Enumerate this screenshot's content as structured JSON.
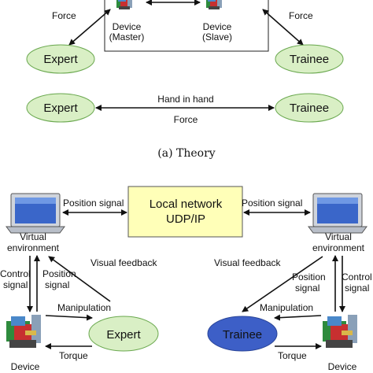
{
  "theory": {
    "force_top_left": "Force",
    "force_top_right": "Force",
    "device_master_line1": "Device",
    "device_master_line2": "(Master)",
    "device_slave_line1": "Device",
    "device_slave_line2": "(Slave)",
    "expert_top": "Expert",
    "trainee_top": "Trainee",
    "expert_mid": "Expert",
    "trainee_mid": "Trainee",
    "hand_in_hand": "Hand in hand",
    "force_mid": "Force",
    "caption": "(a) Theory"
  },
  "system": {
    "network_line1": "Local network",
    "network_line2": "UDP/IP",
    "position_signal_left": "Position signal",
    "position_signal_right": "Position signal",
    "virtual_env_left_1": "Virtual",
    "virtual_env_left_2": "environment",
    "virtual_env_right_1": "Virtual",
    "virtual_env_right_2": "environment",
    "visual_feedback_left": "Visual feedback",
    "visual_feedback_right": "Visual feedback",
    "control_signal_left_1": "Control",
    "control_signal_left_2": "signal",
    "position_signal_left_v1": "Position",
    "position_signal_left_v2": "signal",
    "position_signal_right_v1": "Position",
    "position_signal_right_v2": "signal",
    "control_signal_right_1": "Control",
    "control_signal_right_2": "signal",
    "manipulation_left": "Manipulation",
    "manipulation_right": "Manipulation",
    "torque_left": "Torque",
    "torque_right": "Torque",
    "expert_node": "Expert",
    "trainee_node": "Trainee",
    "device_left": "Device",
    "device_right": "Device"
  },
  "colors": {
    "expert_fill": "#d9efc5",
    "trainee_top_fill": "#d9efc5",
    "trainee_bottom_fill": "#3d5fc7",
    "network_fill": "#ffffb8"
  }
}
